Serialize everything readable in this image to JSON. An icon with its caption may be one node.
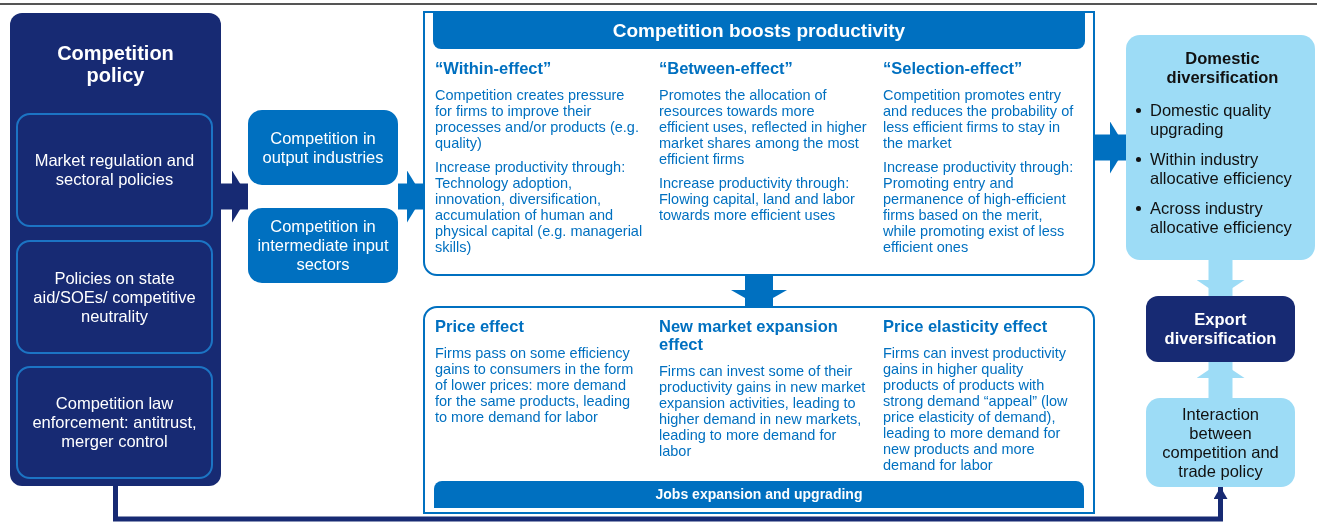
{
  "diagram": {
    "nodes": [
      {
        "text": [
          "Competition policy"
        ]
      },
      {
        "text": [
          "Market regulation and sectoral policies"
        ],
        "in": 0
      },
      {
        "text": [
          "Policies on state aid/SOEs/ competitive neutrality"
        ],
        "in": 0
      },
      {
        "text": [
          "Competition law enforcement: antitrust, merger control"
        ],
        "in": 0
      },
      {
        "text": [
          "Competition in output industries"
        ]
      },
      {
        "text": [
          "Competition in intermediate input sectors"
        ]
      },
      {
        "text": [
          "Competition boosts productivity",
          "“Within-effect”",
          "Competition creates pressure for firms to improve their processes and/or products (e.g. quality)",
          "Increase productivity through: Technology adoption, innovation, diversification, accumulation of human and physical capital (e.g. managerial skills)",
          "“Between-effect”",
          "Promotes the allocation of resources towards more efficient uses, reflected in higher market shares among the most efficient firms",
          "Increase productivity through: Flowing capital, land and labor towards more efficient uses",
          "“Selection-effect”",
          "Competition promotes entry and reduces the probability of less efficient firms to stay in the market",
          "Increase productivity through: Promoting entry and permanence of high-efficient firms based on the merit, while promoting exist of less efficient ones"
        ]
      },
      {
        "text": [
          "Price effect",
          "Firms pass on some efficiency gains to consumers in the form of lower prices: more demand for the same products, leading to more demand for labor",
          "New market expansion effect",
          "Firms can invest some of their productivity gains in new market expansion activities, leading to higher demand in new markets, leading to more demand for labor",
          "Price elasticity effect",
          "Firms can invest productivity gains in higher quality products of products with strong demand “appeal” (low price elasticity of demand), leading to more demand for new products and more demand for labor",
          "Jobs expansion and upgrading"
        ]
      },
      {
        "text": [
          "Domestic diversification",
          "Domestic quality upgrading",
          "Within industry allocative efficiency",
          "Across industry allocative efficiency"
        ]
      },
      {
        "text": [
          "Export diversification"
        ]
      },
      {
        "text": [
          "Interaction between competition and trade policy"
        ]
      }
    ],
    "edges": [
      {
        "from": 0,
        "to": 4,
        "arrow": "to",
        "color": "#172a73"
      },
      {
        "from": 0,
        "to": 5,
        "arrow": "to",
        "color": "#172a73"
      },
      {
        "from": 4,
        "to": 6,
        "arrow": "to"
      },
      {
        "from": 5,
        "to": 6,
        "arrow": "to"
      },
      {
        "from": 6,
        "to": 7,
        "arrow": "to"
      },
      {
        "from": 6,
        "to": 8,
        "arrow": "to"
      },
      {
        "from": 8,
        "to": 9,
        "arrow": "to",
        "color": "#9ddcf6"
      },
      {
        "from": 10,
        "to": 9,
        "arrow": "to",
        "color": "#9ddcf6"
      },
      {
        "from": 0,
        "to": 10,
        "arrow": "to",
        "color": "#172a73"
      }
    ]
  }
}
